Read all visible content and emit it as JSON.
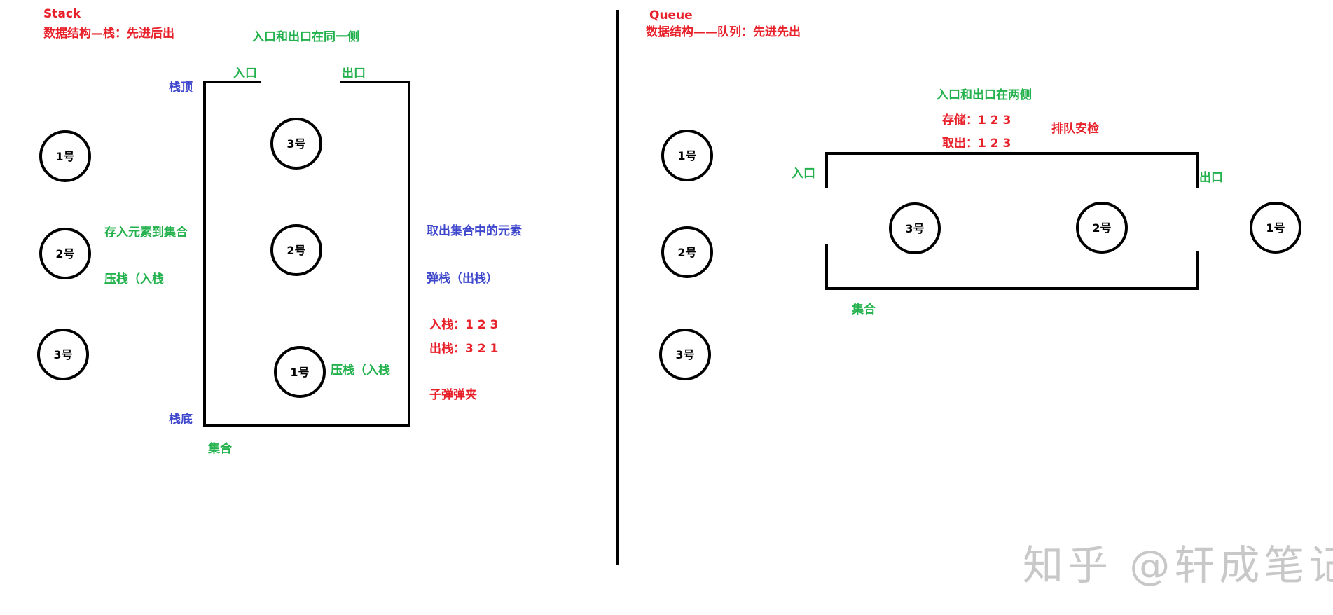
{
  "stack": {
    "title": "Stack",
    "subtitle": "数据结构—栈：先进后出",
    "same_side": "入口和出口在同一侧",
    "entrance": "入口",
    "exit": "出口",
    "top": "栈顶",
    "bottom": "栈底",
    "store": "存入元素到集合",
    "push": "压栈（入栈",
    "take": "取出集合中的元素",
    "pop": "弹栈（出栈）",
    "in_order": "入栈：1 2 3",
    "out_order": "出栈：3 2 1",
    "magazine": "子弹弹夹",
    "push_inside": "压栈（入栈",
    "collection": "集合",
    "outside_items": [
      "1号",
      "2号",
      "3号"
    ],
    "inside_items": [
      "3号",
      "2号",
      "1号"
    ]
  },
  "queue": {
    "title": "Queue",
    "subtitle": "数据结构——队列：先进先出",
    "two_sides": "入口和出口在两侧",
    "store_order": "存储：1 2 3",
    "take_order": "取出：1 2 3",
    "security": "排队安检",
    "entrance": "入口",
    "exit": "出口",
    "collection": "集合",
    "outside_items": [
      "1号",
      "2号",
      "3号"
    ],
    "inside_items": [
      "3号",
      "2号"
    ],
    "exited_item": "1号"
  },
  "watermark": "知乎 @轩成笔记",
  "colors": {
    "red": "#e8202a",
    "green": "#22b14c",
    "blue": "#3f48cc",
    "line": "#000000"
  }
}
